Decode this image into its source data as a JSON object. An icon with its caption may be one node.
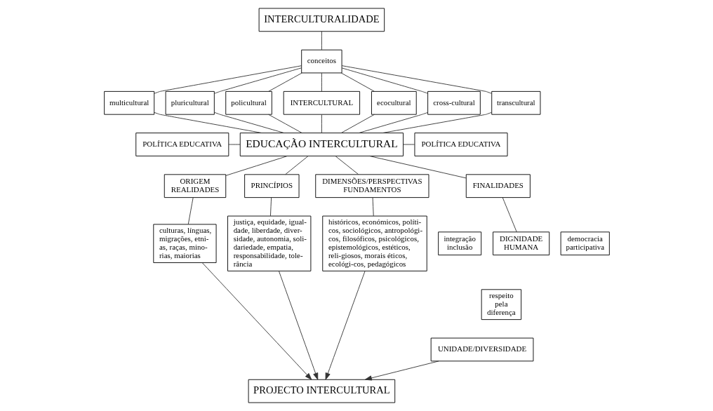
{
  "diagram": {
    "nodes": [
      {
        "text": [
          "INTERCULTURALIDADE"
        ]
      },
      {
        "text": [
          "conceitos"
        ]
      },
      {
        "text": [
          "multicultural"
        ]
      },
      {
        "text": [
          "pluricultural"
        ]
      },
      {
        "text": [
          "policultural"
        ]
      },
      {
        "text": [
          "INTERCULTURAL"
        ]
      },
      {
        "text": [
          "ecocultural"
        ]
      },
      {
        "text": [
          "cross-cultural"
        ]
      },
      {
        "text": [
          "transcultural"
        ]
      },
      {
        "text": [
          "POLÍTICA EDUCATIVA"
        ]
      },
      {
        "text": [
          "EDUCAÇÃO INTERCULTURAL"
        ]
      },
      {
        "text": [
          "POLÍTICA EDUCATIVA"
        ]
      },
      {
        "text": [
          "ORIGEM REALIDADES"
        ]
      },
      {
        "text": [
          "PRINCÍPIOS"
        ]
      },
      {
        "text": [
          "DIMENSÕES/PERSPECTIVAS FUNDAMENTOS"
        ]
      },
      {
        "text": [
          "FINALIDADES"
        ]
      },
      {
        "text": [
          "culturas, línguas, migrações, etni-as, raças, mino-rias, maiorias"
        ]
      },
      {
        "text": [
          "justiça, equidade, igual-dade, liberdade, diver-sidade, autonomia, soli-dariedade, empatia, responsabilidade, tole-rância"
        ]
      },
      {
        "text": [
          "históricos, económicos, políti-cos, sociológicos, antropológi-cos, filosóficos, psicológicos, epistemológicos, estéticos, reli-giosos, morais éticos, ecológi-cos, pedagógicos"
        ]
      },
      {
        "text": [
          "integração inclusão"
        ]
      },
      {
        "text": [
          "DIGNIDADE HUMANA"
        ]
      },
      {
        "text": [
          "democracia participativa"
        ]
      },
      {
        "text": [
          "respeito pela diferença"
        ]
      },
      {
        "text": [
          "UNIDADE/DIVERSIDADE"
        ]
      },
      {
        "text": [
          "PROJECTO INTERCULTURAL"
        ]
      }
    ],
    "edges": [
      {
        "from": 0,
        "to": 1,
        "arrow": "none"
      },
      {
        "from": 1,
        "to": 2,
        "arrow": "none"
      },
      {
        "from": 1,
        "to": 3,
        "arrow": "none"
      },
      {
        "from": 1,
        "to": 4,
        "arrow": "none"
      },
      {
        "from": 1,
        "to": 5,
        "arrow": "none"
      },
      {
        "from": 1,
        "to": 6,
        "arrow": "none"
      },
      {
        "from": 1,
        "to": 7,
        "arrow": "none"
      },
      {
        "from": 1,
        "to": 8,
        "arrow": "none"
      },
      {
        "from": 2,
        "to": 10,
        "arrow": "none"
      },
      {
        "from": 3,
        "to": 10,
        "arrow": "none"
      },
      {
        "from": 4,
        "to": 10,
        "arrow": "none"
      },
      {
        "from": 5,
        "to": 10,
        "arrow": "none"
      },
      {
        "from": 6,
        "to": 10,
        "arrow": "none"
      },
      {
        "from": 7,
        "to": 10,
        "arrow": "none"
      },
      {
        "from": 8,
        "to": 10,
        "arrow": "none"
      },
      {
        "from": 9,
        "to": 10,
        "arrow": "none"
      },
      {
        "from": 10,
        "to": 11,
        "arrow": "none"
      },
      {
        "from": 10,
        "to": 12,
        "arrow": "none"
      },
      {
        "from": 10,
        "to": 13,
        "arrow": "none"
      },
      {
        "from": 10,
        "to": 14,
        "arrow": "none"
      },
      {
        "from": 10,
        "to": 15,
        "arrow": "none"
      },
      {
        "from": 12,
        "to": 16,
        "arrow": "none"
      },
      {
        "from": 13,
        "to": 17,
        "arrow": "none"
      },
      {
        "from": 14,
        "to": 18,
        "arrow": "none"
      },
      {
        "from": 15,
        "to": 20,
        "arrow": "none"
      },
      {
        "from": 16,
        "to": 24,
        "arrow": "to"
      },
      {
        "from": 17,
        "to": 24,
        "arrow": "to"
      },
      {
        "from": 18,
        "to": 24,
        "arrow": "to"
      },
      {
        "from": 23,
        "to": 24,
        "arrow": "to"
      }
    ]
  }
}
